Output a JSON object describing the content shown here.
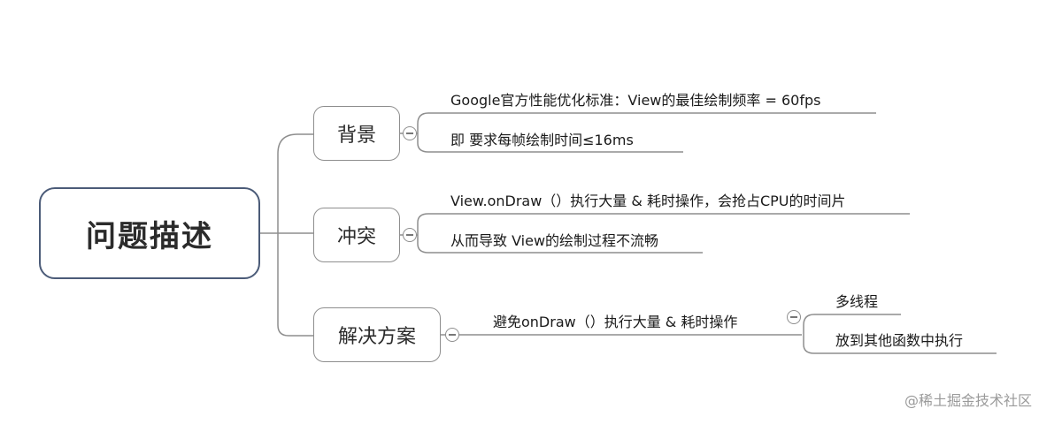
{
  "root": {
    "label": "问题描述"
  },
  "branches": [
    {
      "label": "背景",
      "children": [
        {
          "label": "Google官方性能优化标准：View的最佳绘制频率 = 60fps"
        },
        {
          "label": "即 要求每帧绘制时间≤16ms"
        }
      ]
    },
    {
      "label": "冲突",
      "children": [
        {
          "label": "View.onDraw（）执行大量 & 耗时操作，会抢占CPU的时间片"
        },
        {
          "label": "从而导致 View的绘制过程不流畅"
        }
      ]
    },
    {
      "label": "解决方案",
      "children": [
        {
          "label": "避免onDraw（）执行大量 & 耗时操作",
          "children": [
            {
              "label": "多线程"
            },
            {
              "label": "放到其他函数中执行"
            }
          ]
        }
      ]
    }
  ],
  "watermark": "@稀土掘金技术社区",
  "colors": {
    "line": "#8e8e8e",
    "root_border": "#4b5b78"
  }
}
